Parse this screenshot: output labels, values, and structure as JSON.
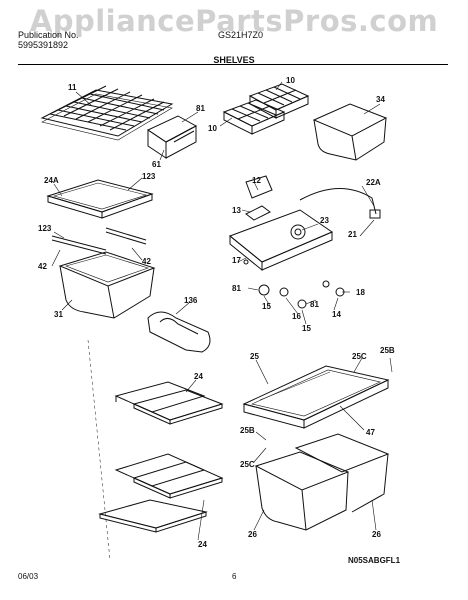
{
  "watermark": "AppliancePartsPros.com",
  "header": {
    "publication_label": "Publication No.",
    "publication_number": "5995391892",
    "model": "GS21H7Z0"
  },
  "section_title": "SHELVES",
  "callouts": [
    "11",
    "81",
    "10",
    "10",
    "34",
    "61",
    "24A",
    "123",
    "12",
    "22A",
    "13",
    "23",
    "21",
    "123",
    "17",
    "42",
    "42",
    "81",
    "18",
    "15",
    "16",
    "81",
    "14",
    "31",
    "136",
    "15",
    "25",
    "25C",
    "25B",
    "24",
    "47",
    "25B",
    "25C",
    "26",
    "26",
    "24"
  ],
  "diagram_code": "N05SABGFL1",
  "footer": {
    "date": "06/03",
    "page": "6"
  }
}
